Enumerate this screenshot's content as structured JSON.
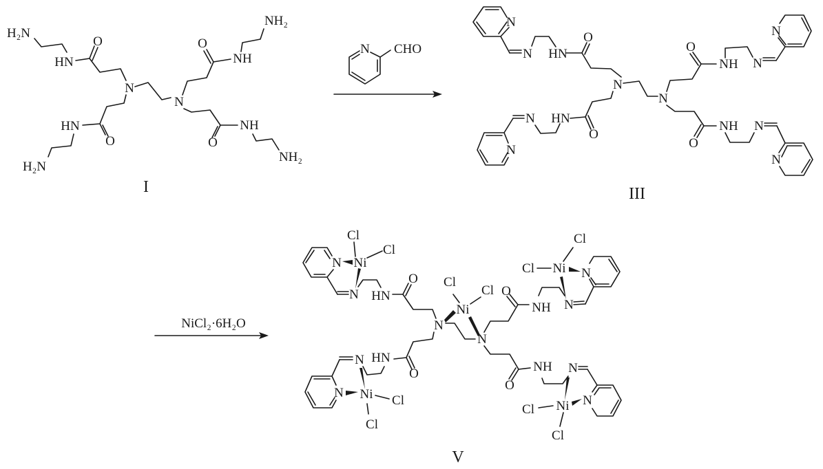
{
  "scheme": {
    "step1": {
      "reagent_ring_atom": "N",
      "reagent_group": "CHO"
    },
    "step2": {
      "reagent": "NiCl₂·6H₂O"
    }
  },
  "compound_I": {
    "label": "I",
    "atoms": {
      "amine_left": "H₂N",
      "amine_right": "NH₂",
      "amide_left": "HN",
      "amide_right": "NH",
      "oxygen": "O",
      "tertiary_n": "N"
    }
  },
  "compound_III": {
    "label": "III",
    "atoms": {
      "amide_left": "HN",
      "amide_right": "NH",
      "oxygen": "O",
      "nitrogen": "N"
    }
  },
  "compound_V": {
    "label": "V",
    "atoms": {
      "amide_left": "HN",
      "amide_right": "NH",
      "oxygen": "O",
      "nitrogen": "N",
      "nickel": "Ni",
      "chlorine": "Cl"
    }
  },
  "colors": {
    "ink": "#1a1a1a",
    "background": "#ffffff"
  }
}
